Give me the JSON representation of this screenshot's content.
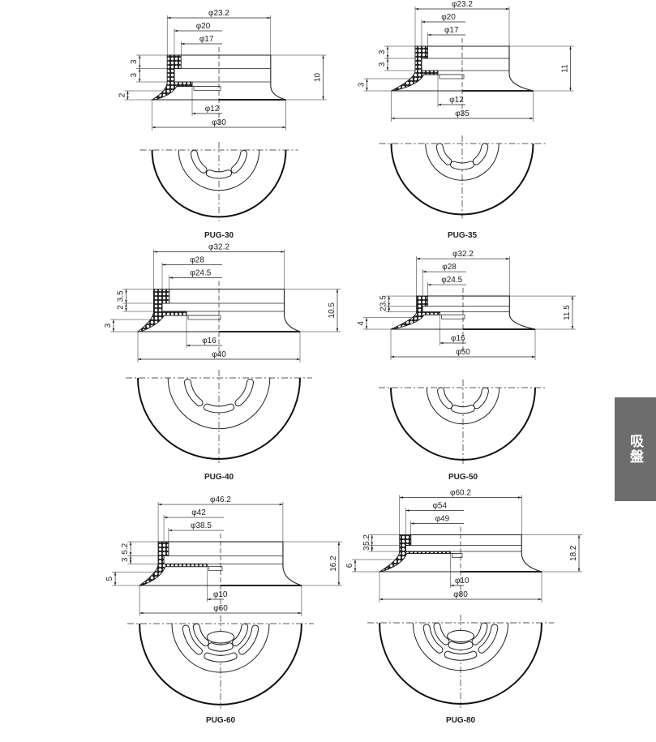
{
  "section_tab": "吸盤",
  "colors": {
    "tab_bg": "#6d6d6d",
    "line": "#1a1a1a"
  },
  "panels": [
    {
      "model": "PUG-30",
      "top_dims": [
        "φ23.2",
        "φ20",
        "φ17"
      ],
      "hole": "φ12",
      "outer": "φ30",
      "height": "10",
      "left_dims": [
        "3",
        "3",
        "2"
      ],
      "slots": 3
    },
    {
      "model": "PUG-35",
      "top_dims": [
        "φ23.2",
        "φ20",
        "φ17"
      ],
      "hole": "φ12",
      "outer": "φ35",
      "height": "11",
      "left_dims": [
        "3",
        "3",
        "3"
      ],
      "slots": 3
    },
    {
      "model": "PUG-40",
      "top_dims": [
        "φ32.2",
        "φ28",
        "φ24.5"
      ],
      "hole": "φ16",
      "outer": "φ40",
      "height": "10.5",
      "left_dims": [
        "3.5",
        "2",
        "3"
      ],
      "slots": 3
    },
    {
      "model": "PUG-50",
      "top_dims": [
        "φ32.2",
        "φ28",
        "φ24.5"
      ],
      "hole": "φ16",
      "outer": "φ50",
      "height": "11.5",
      "left_dims": [
        "3.5",
        "2",
        "4"
      ],
      "slots": 3
    },
    {
      "model": "PUG-60",
      "top_dims": [
        "φ46.2",
        "φ42",
        "φ38.5"
      ],
      "hole": "φ10",
      "outer": "φ60",
      "height": "16.2",
      "left_dims": [
        "5.2",
        "3",
        "5"
      ],
      "slots": 6
    },
    {
      "model": "PUG-80",
      "top_dims": [
        "φ60.2",
        "φ54",
        "φ49"
      ],
      "hole": "φ10",
      "outer": "φ80",
      "height": "18.2",
      "left_dims": [
        "5.2",
        "3",
        "6"
      ],
      "slots": 6
    }
  ]
}
